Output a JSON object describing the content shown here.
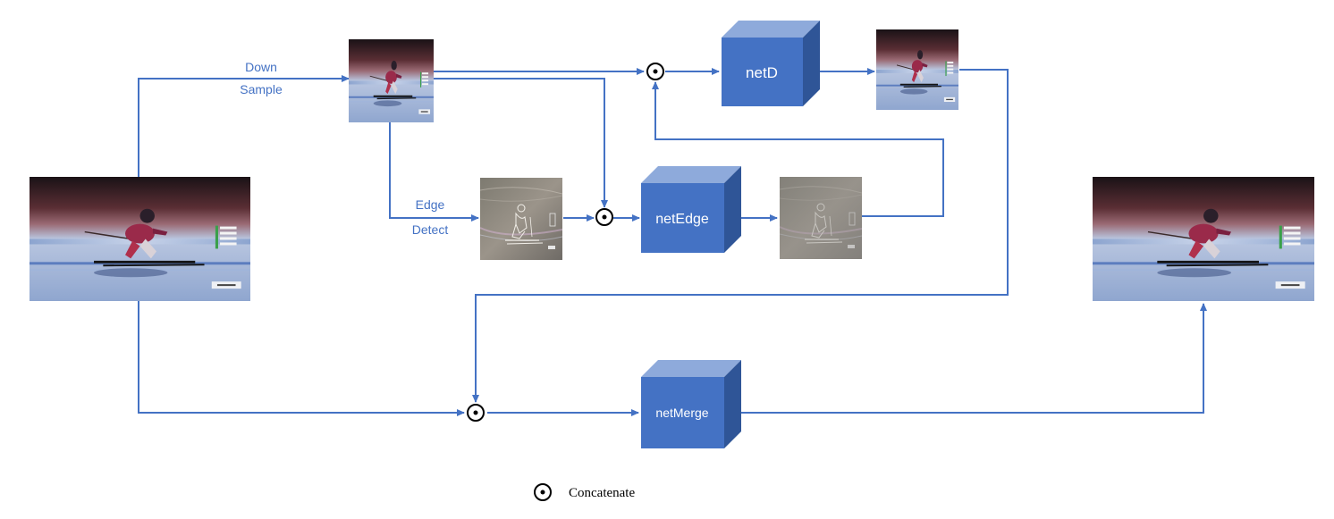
{
  "edge_labels": {
    "downsample_line1": "Down",
    "downsample_line2": "Sample",
    "edge_detect_line1": "Edge",
    "edge_detect_line2": "Detect"
  },
  "networks": {
    "net_d": "netD",
    "net_edge": "netEdge",
    "net_merge": "netMerge"
  },
  "legend": {
    "concatenate": "Concatenate"
  },
  "colors": {
    "wire": "#4472c4",
    "cube_front": "#4472c4",
    "cube_top": "#8eaadb",
    "cube_side": "#2f5597"
  },
  "images": [
    "full-resolution-ski-frame",
    "downsampled-ski-frame",
    "edge-map-ski-frame",
    "netD-output-ski-frame",
    "netEdge-output-edge-map",
    "final-merged-ski-frame"
  ]
}
